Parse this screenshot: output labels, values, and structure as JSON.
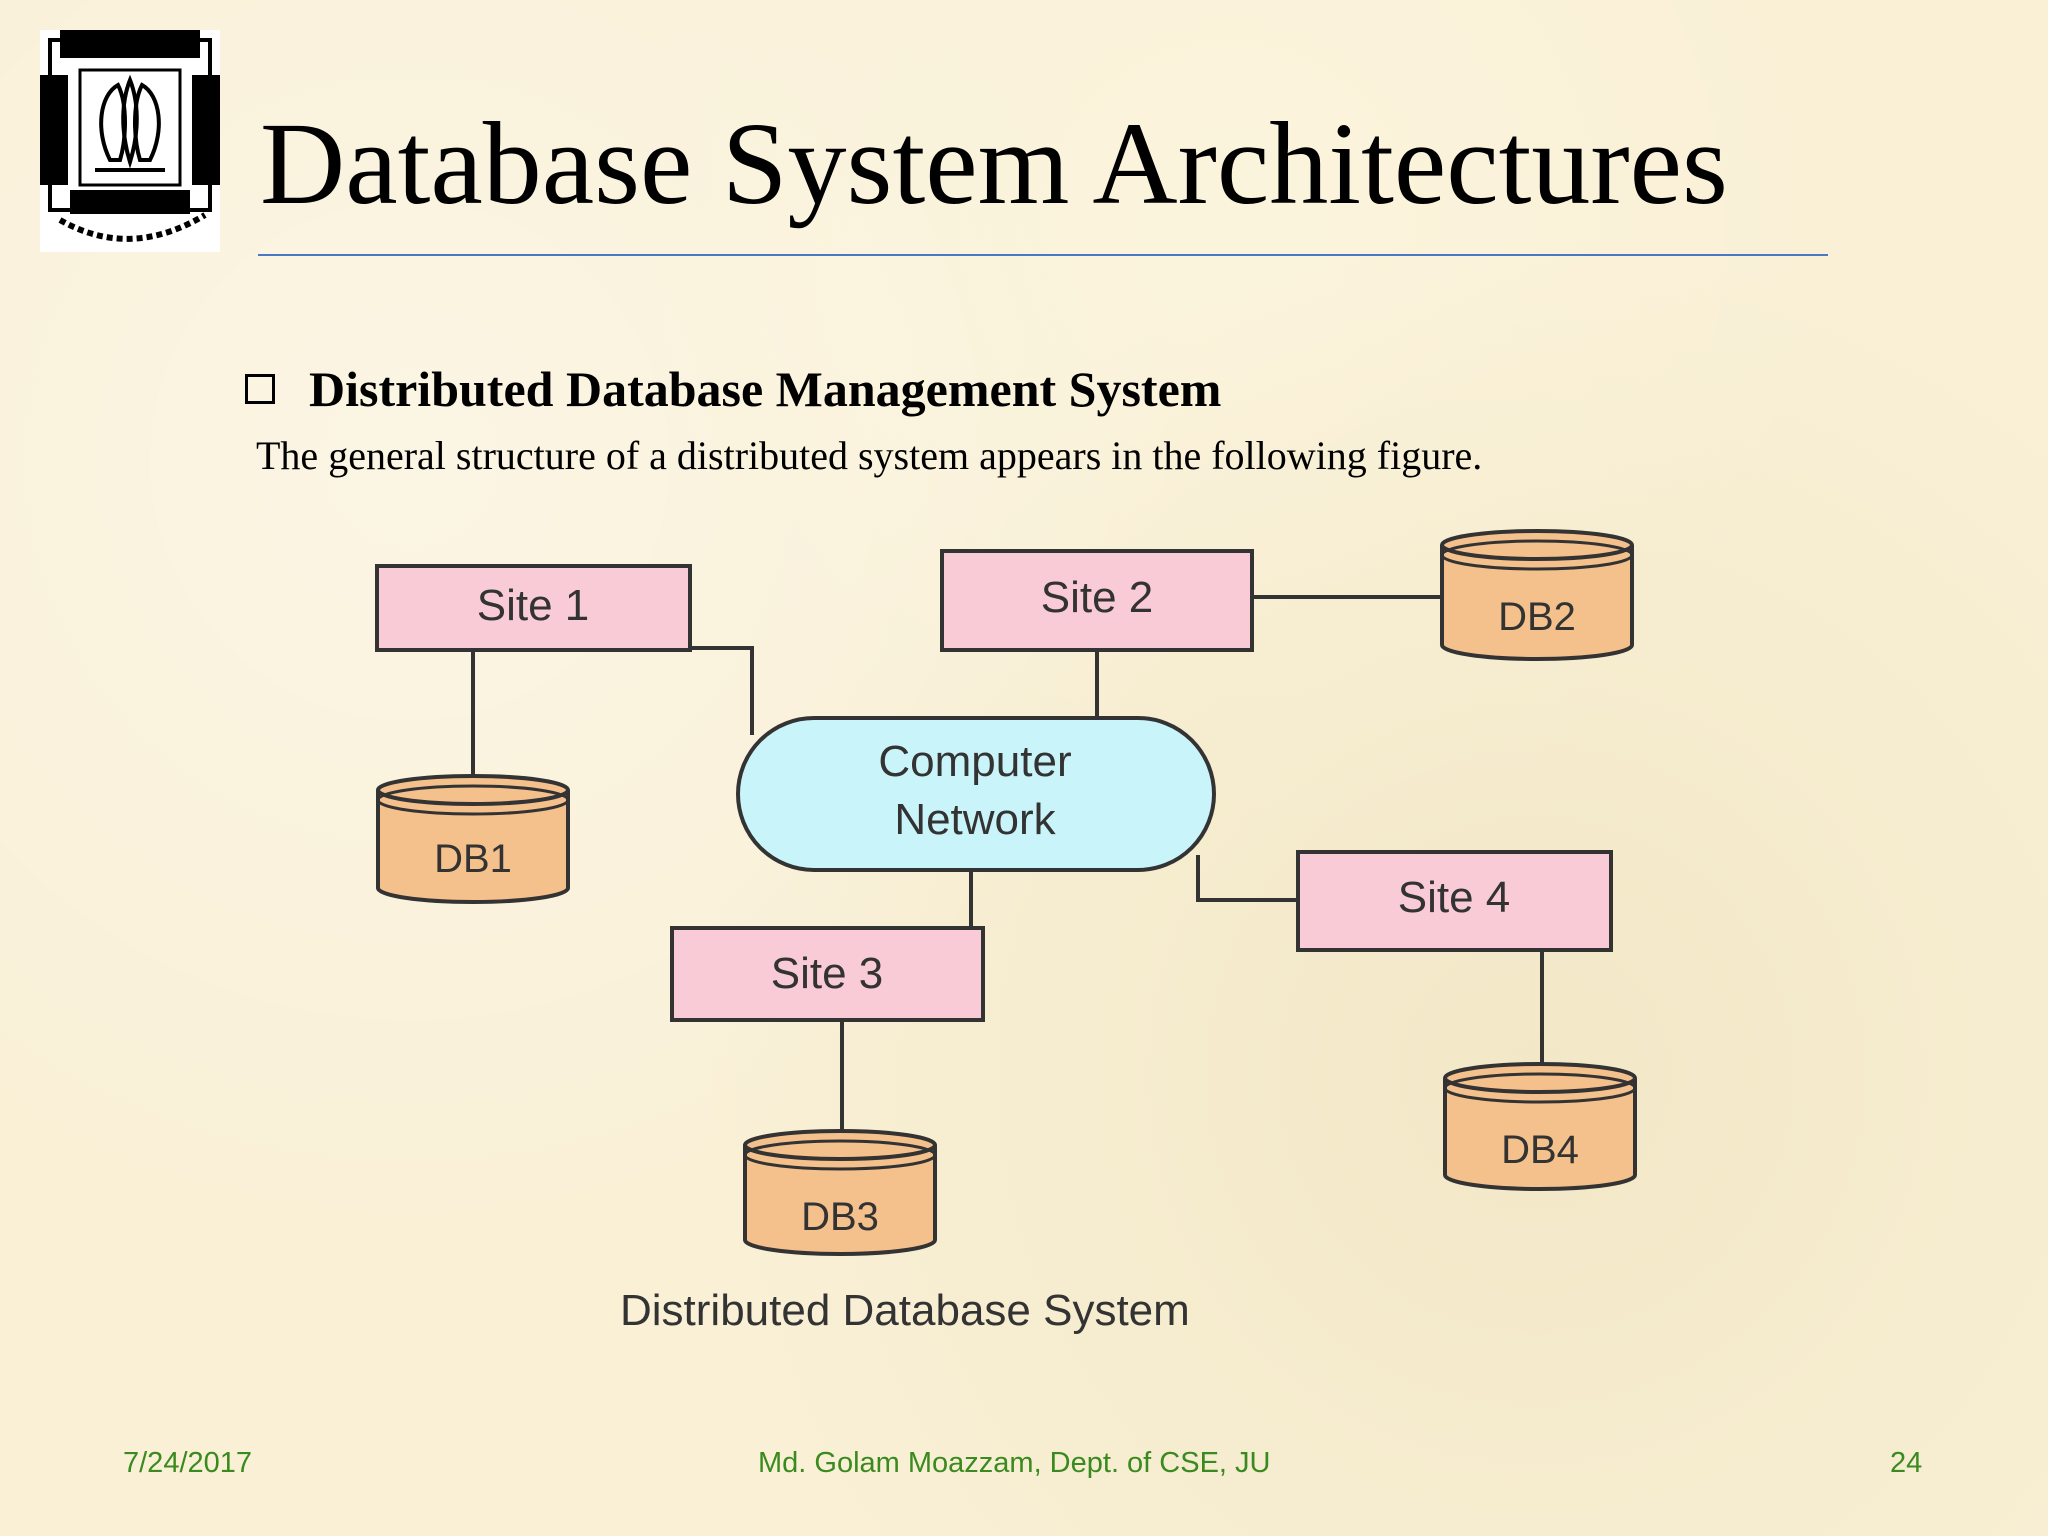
{
  "slide": {
    "title": "Database System Architectures",
    "bullet_heading": "Distributed Database Management System",
    "body": "The general structure of a distributed system appears in the following figure."
  },
  "diagram": {
    "sites": [
      "Site 1",
      "Site 2",
      "Site 3",
      "Site 4"
    ],
    "databases": [
      "DB1",
      "DB2",
      "DB3",
      "DB4"
    ],
    "network": [
      "Computer",
      "Network"
    ],
    "caption": "Distributed Database System"
  },
  "footer": {
    "date": "7/24/2017",
    "author": "Md. Golam Moazzam, Dept. of CSE, JU",
    "page": "24"
  },
  "colors": {
    "site_fill": "#f9cbd6",
    "db_fill": "#f4c08c",
    "network_fill": "#c9f5fa",
    "footer_text": "#3a8a1f",
    "rule": "#4a78c4"
  }
}
